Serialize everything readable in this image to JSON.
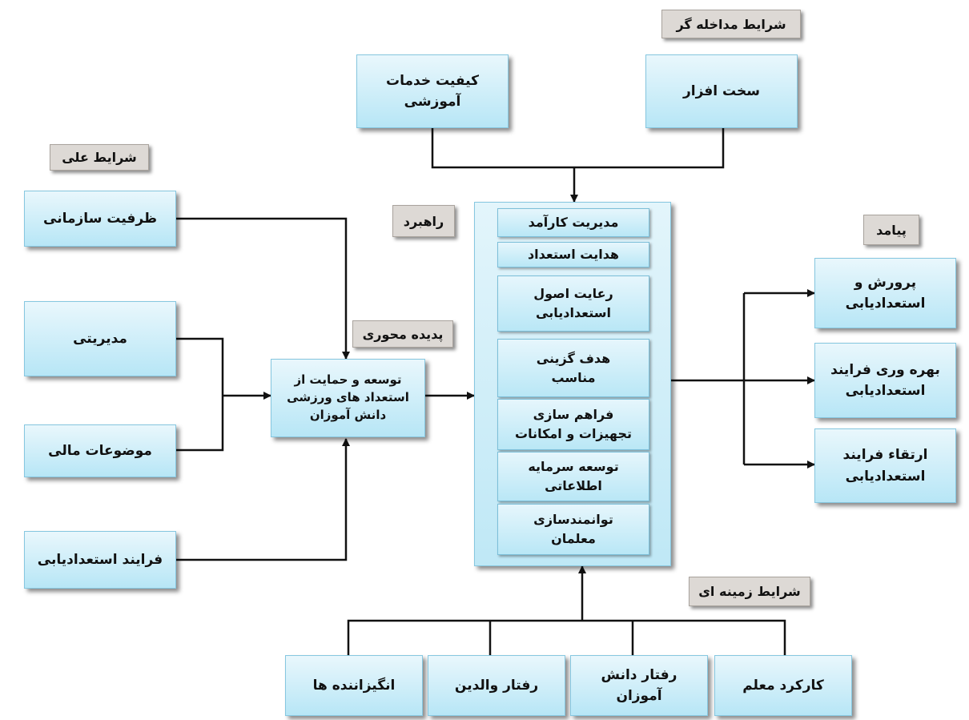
{
  "tags": {
    "intervening": "شرایط مداخله گر",
    "causal": "شرایط علی",
    "strategy": "راهبرد",
    "outcome": "پیامد",
    "phenomenon": "پدیده محوری",
    "context": "شرایط زمینه ای"
  },
  "intervening": {
    "quality": "کیفیت خدمات\nآموزشی",
    "hardware": "سخت افزار"
  },
  "causal": {
    "capacity": "ظرفیت سازمانی",
    "management": "مدیریتی",
    "financial": "موضوعات مالی",
    "process": "فرایند استعدادیابی"
  },
  "phenomenon": {
    "text": "توسعه و حمایت از\nاستعداد های ورزشی\nدانش آموزان"
  },
  "strategies": [
    "مدیریت کارآمد",
    "هدایت استعداد",
    "رعایت اصول\nاستعدادیابی",
    "هدف گزینی\nمناسب",
    "فراهم سازی\nتجهیزات و امکانات",
    "توسعه سرمایه\nاطلاعاتی",
    "توانمندسازی\nمعلمان"
  ],
  "outcomes": [
    "پرورش و\nاستعدادیابی",
    "بهره وری فرایند\nاستعدادیابی",
    "ارتقاء فرایند\nاستعدادیابی"
  ],
  "context": [
    "انگیزاننده ها",
    "رفتار والدین",
    "رفتار دانش\nآموزان",
    "کارکرد معلم"
  ]
}
